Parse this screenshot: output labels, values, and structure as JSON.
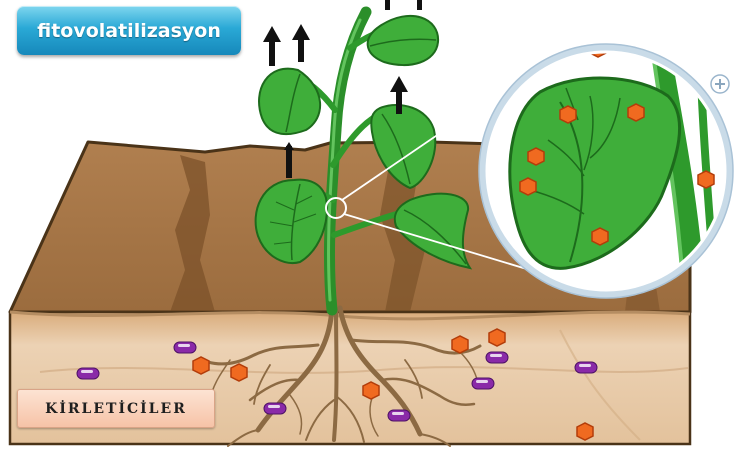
{
  "title": "fitovolatilizasyon",
  "legend_label": "KİRLETİCİLER",
  "colors": {
    "title_box": "#2aa9d6",
    "soil_top": "#a8784a",
    "soil_front": "#e7c7a2",
    "leaf": "#3fae3a",
    "stem": "#2e9a2c",
    "root": "#8c6a43",
    "contaminant_orange": "#f06a20",
    "contaminant_purple": "#8a2aa8"
  },
  "icons": {
    "up_arrow": "up-arrow-icon",
    "magnifier": "magnifier-lens",
    "zoom": "plus-icon"
  }
}
